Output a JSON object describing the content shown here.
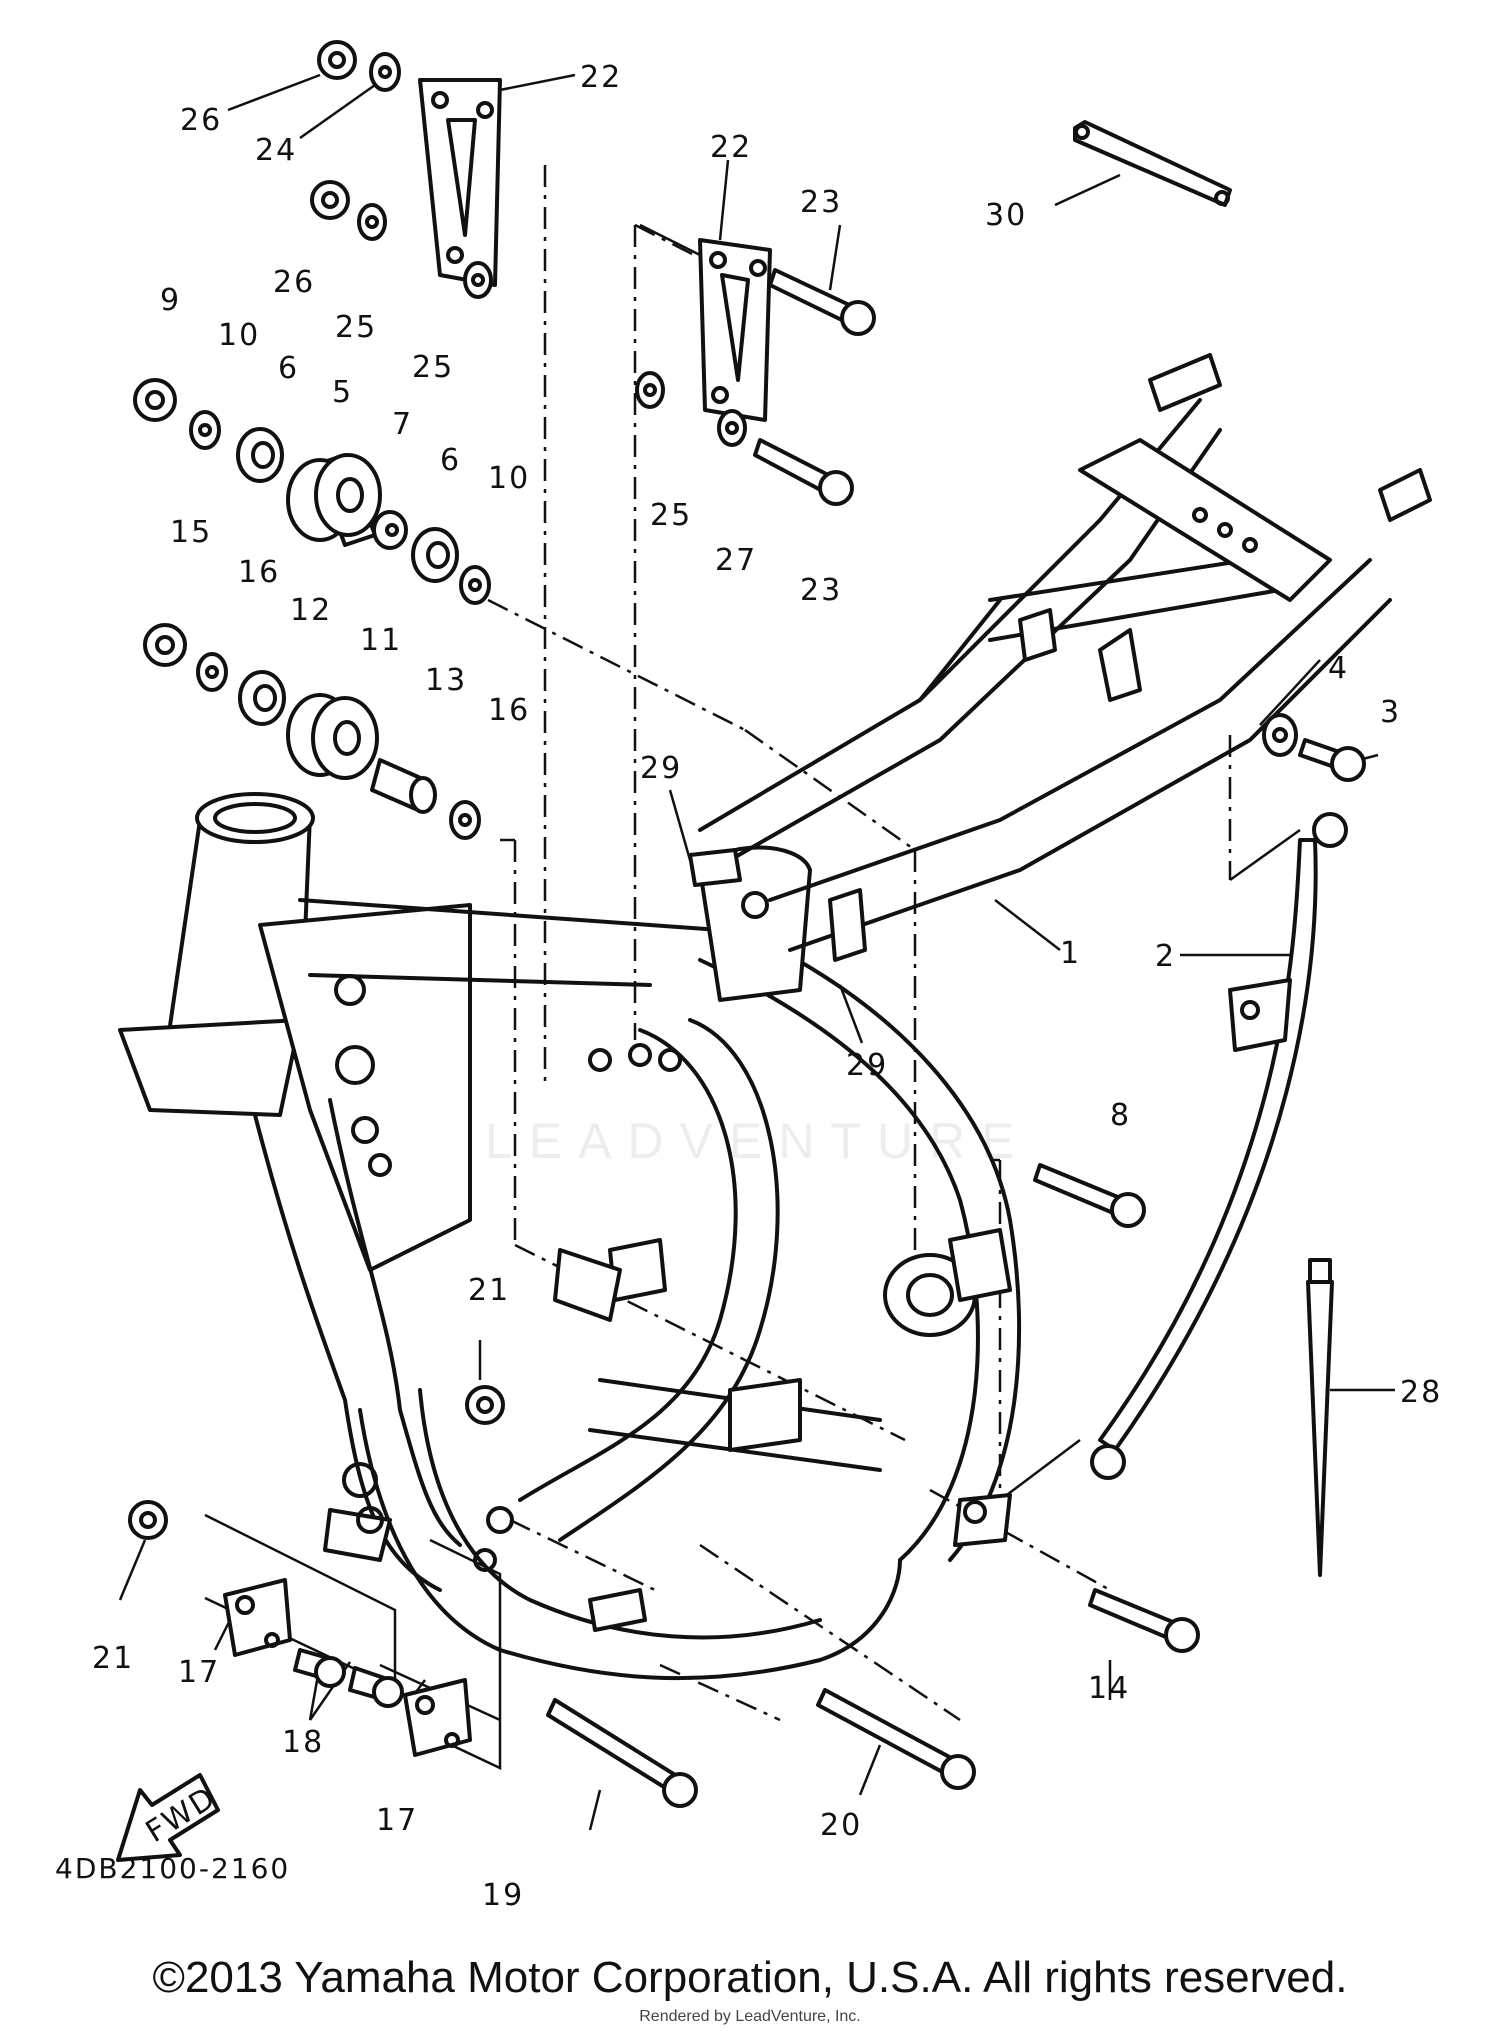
{
  "diagram": {
    "callouts": [
      "1",
      "2",
      "3",
      "4",
      "5",
      "6",
      "6",
      "7",
      "8",
      "9",
      "10",
      "10",
      "11",
      "12",
      "13",
      "14",
      "15",
      "16",
      "16",
      "17",
      "17",
      "18",
      "19",
      "20",
      "21",
      "21",
      "22",
      "22",
      "23",
      "23",
      "24",
      "25",
      "25",
      "25",
      "26",
      "26",
      "27",
      "28",
      "29",
      "29",
      "30"
    ],
    "fwd_label": "FWD",
    "part_code": "4DB2100-2160",
    "watermark": "LEADVENTURE"
  },
  "footer": {
    "copyright": "©2013 Yamaha Motor Corporation, U.S.A. All rights reserved.",
    "rendered_by": "Rendered by LeadVenture, Inc."
  }
}
